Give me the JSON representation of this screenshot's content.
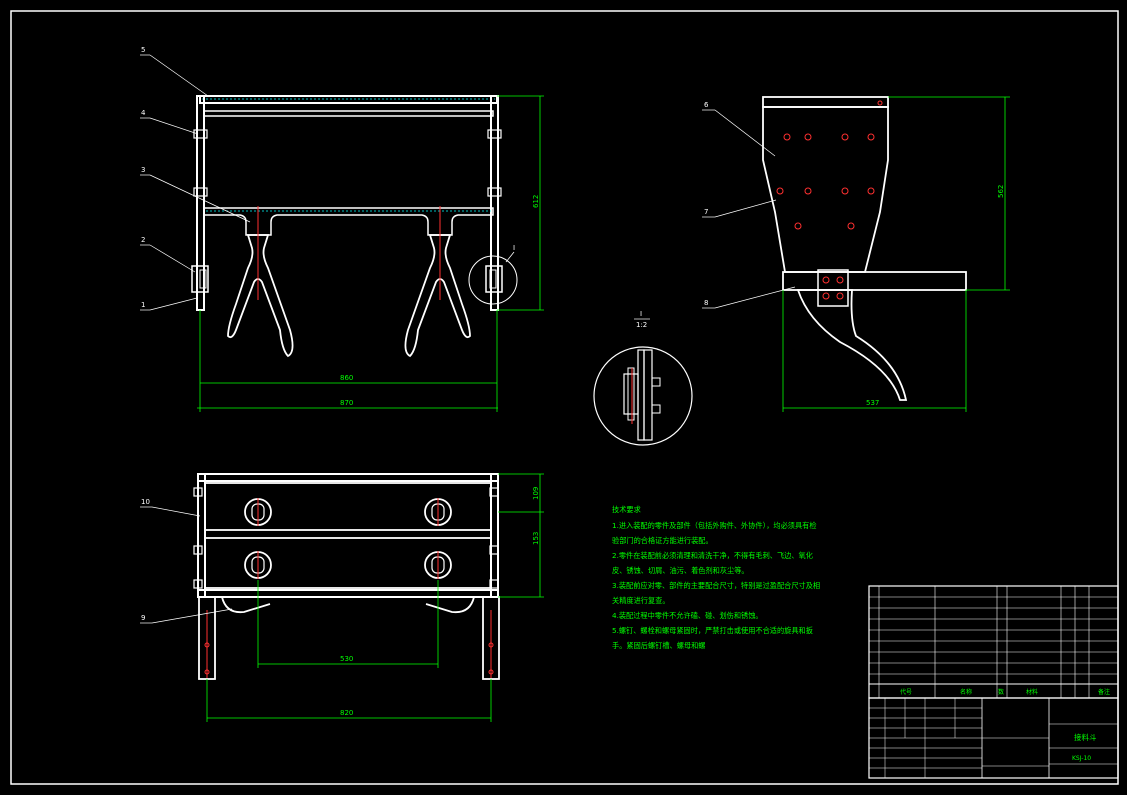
{
  "drawing": {
    "front_view": {
      "part_labels": [
        "5",
        "4",
        "3",
        "2",
        "1"
      ],
      "dimensions": {
        "height": "612",
        "inner_width": "860",
        "outer_width": "870"
      },
      "detail_marker": "I"
    },
    "side_view": {
      "part_labels": [
        "6",
        "7",
        "8"
      ],
      "dimensions": {
        "height": "562",
        "width": "537"
      }
    },
    "top_view": {
      "part_labels": [
        "10",
        "9"
      ],
      "dimensions": {
        "row1": "109",
        "row2": "153",
        "hole_spacing": "530",
        "leg_spacing": "820"
      }
    },
    "detail_view": {
      "label": "I",
      "scale": "1:2"
    },
    "notes": {
      "title": "技术要求",
      "lines": [
        "1.进入装配的零件及部件（包括外购件、外协件），均必须具有检",
        "验部门的合格证方能进行装配。",
        "2.零件在装配前必须清理和清洗干净，不得有毛刺、飞边、氧化",
        "皮、锈蚀、切屑、油污、着色剂和灰尘等。",
        "3.装配前应对零、部件的主要配合尺寸，特别是过盈配合尺寸及相",
        "关精度进行复查。",
        "4.装配过程中零件不允许磕、碰、划伤和锈蚀。",
        "5.螺钉、螺栓和螺母紧固时，严禁打击或使用不合适的旋具和扳",
        "手。紧固后螺钉槽、螺母和螺"
      ]
    },
    "title_block": {
      "header": {
        "code": "代号",
        "name": "名称",
        "qty": "数",
        "material": "材料",
        "remark": "备注"
      },
      "drawing_name": "接料斗",
      "drawing_number": "KSJ-10"
    }
  }
}
